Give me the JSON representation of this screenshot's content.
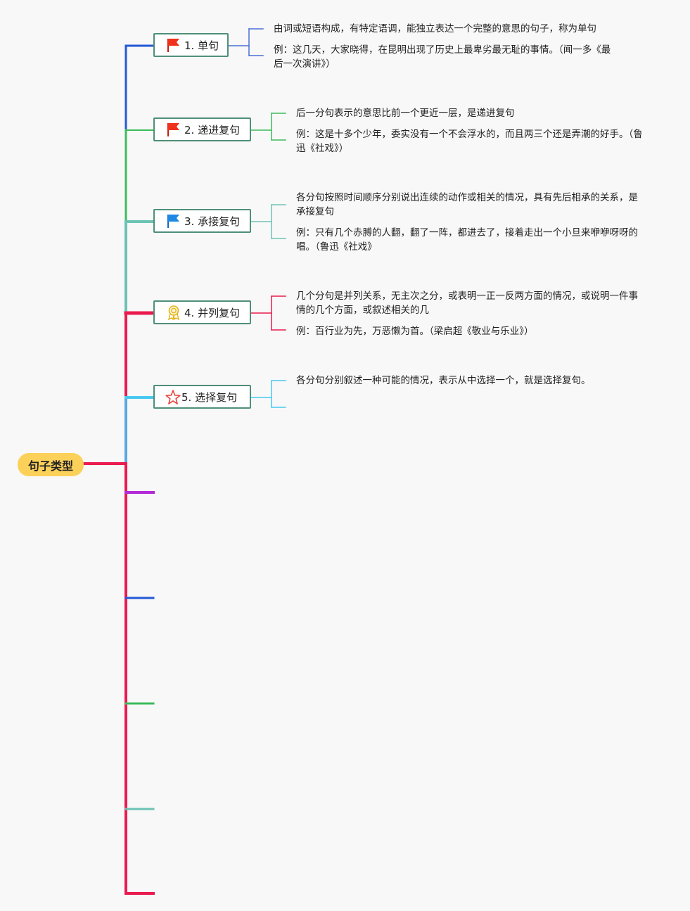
{
  "root": {
    "label": "句子类型",
    "color": "#fcd15a"
  },
  "topics": [
    {
      "label": "1. 单句",
      "icon": "red-flag-icon",
      "branch_color": "#2358d6",
      "leaves": [
        "由词或短语构成，有特定语调，能独立表达一个完整的意思的句子，称为单句",
        "例：这几天，大家晓得，在昆明出现了历史上最卑劣最无耻的事情。（闻一多《最后一次演讲》）"
      ]
    },
    {
      "label": "2. 递进复句",
      "icon": "red-flag-icon",
      "branch_color": "#3dbb5c",
      "leaves": [
        "后一分句表示的意思比前一个更近一层，是递进复句",
        "例：这是十多个少年，委实没有一个不会浮水的，而且两三个还是弄潮的好手。（鲁迅《社戏》）"
      ]
    },
    {
      "label": "3. 承接复句",
      "icon": "blue-flag-icon",
      "branch_color": "#6cc3b4",
      "leaves": [
        "各分句按照时间顺序分别说出连续的动作或相关的情况，具有先后相承的关系，是承接复句",
        "例：只有几个赤膊的人翻，翻了一阵，都进去了，接着走出一个小旦来咿咿呀呀的唱。（鲁迅《社戏》"
      ]
    },
    {
      "label": "4. 并列复句",
      "icon": "medal-icon",
      "branch_color": "#ea1b4f",
      "leaves": [
        "几个分句是并列关系，无主次之分，或表明一正一反两方面的情况，或说明一件事情的几个方面，或叙述相关的几",
        "例：百行业为先，万恶懒为首。（梁启超《敬业与乐业》）"
      ]
    },
    {
      "label": "5. 选择复句",
      "icon": "star-icon",
      "branch_color": "#49c8f0",
      "leaves": [
        "各分句分别叙述一种可能的情况，表示从中选择一个，就是选择复句。"
      ]
    }
  ],
  "empty_branch_colors": [
    "#b32ad6",
    "#2358d6",
    "#3dbb5c",
    "#6cc3b4",
    "#ea1b4f"
  ]
}
